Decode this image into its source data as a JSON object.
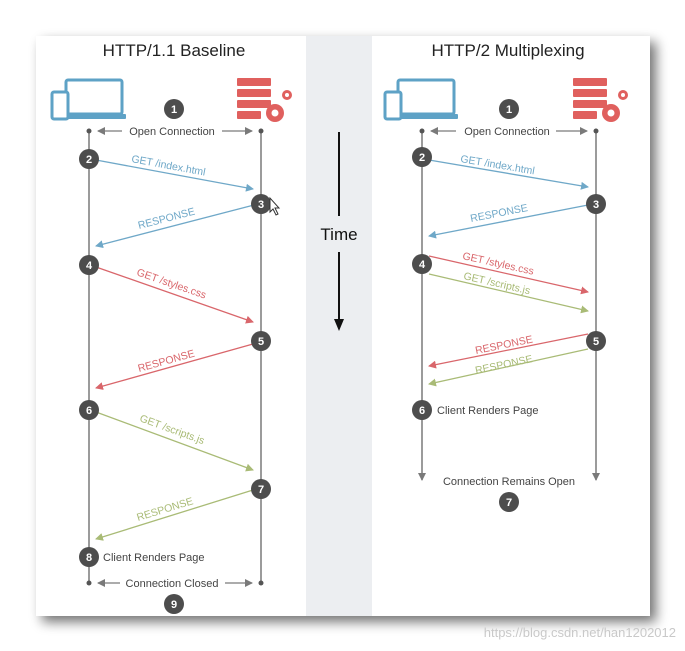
{
  "baseline": {
    "title": "HTTP/1.1 Baseline",
    "open_label": "Open Connection",
    "messages": [
      "GET /index.html",
      "RESPONSE",
      "GET /styles.css",
      "RESPONSE",
      "GET /scripts.js",
      "RESPONSE"
    ],
    "render_label": "Client Renders Page",
    "closed_label": "Connection Closed",
    "steps": [
      "1",
      "2",
      "3",
      "4",
      "5",
      "6",
      "7",
      "8",
      "9"
    ]
  },
  "multiplex": {
    "title": "HTTP/2 Multiplexing",
    "open_label": "Open Connection",
    "messages": [
      "GET /index.html",
      "RESPONSE",
      "GET /styles.css",
      "GET /scripts.js",
      "RESPONSE",
      "RESPONSE"
    ],
    "render_label": "Client Renders Page",
    "remains_label": "Connection Remains Open",
    "steps": [
      "1",
      "2",
      "3",
      "4",
      "5",
      "6",
      "7"
    ]
  },
  "time_label": "Time",
  "watermark": "https://blog.csdn.net/han1202012",
  "colors": {
    "blue": "#6fa8c8",
    "red": "#d9666b",
    "green": "#a9bb76",
    "gray": "#7a7a7a",
    "step": "#4d4d4d",
    "server": "#e0605e",
    "client": "#5ea2c6"
  },
  "icons": [
    "laptop-phone-icon",
    "server-gear-icon"
  ]
}
